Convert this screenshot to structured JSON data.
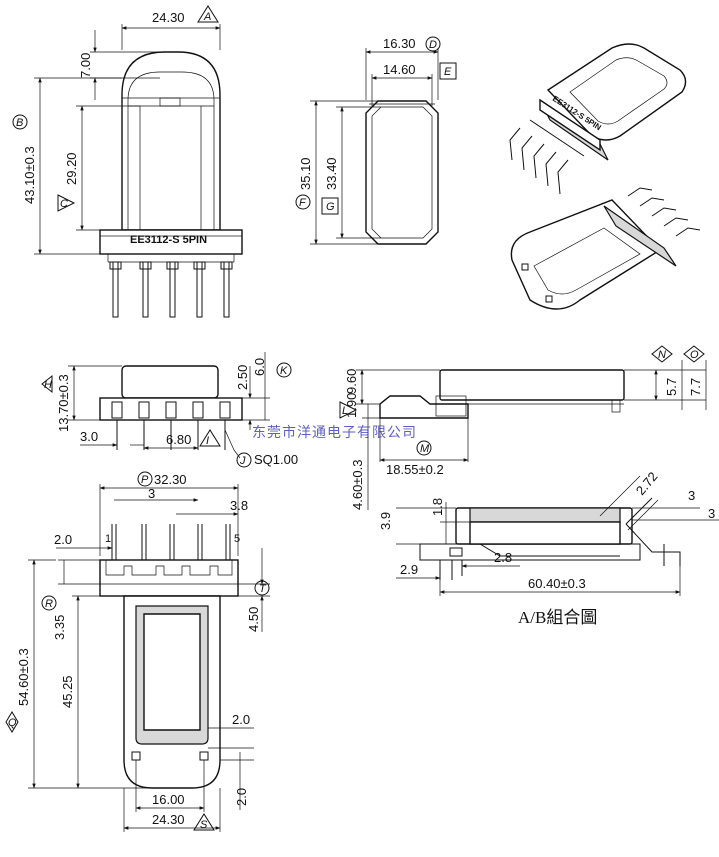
{
  "drawing": {
    "colors": {
      "line": "#111111",
      "watermark": "#2a2aa8",
      "fill_grey": "#d8d8d8"
    },
    "front_view": {
      "width": "24.30",
      "width_ref": "A",
      "top_offset": "7.00",
      "height": "43.10±0.3",
      "height_ref": "B",
      "window": "29.20",
      "window_ref": "C",
      "marking": "EE3112-S  5PIN"
    },
    "top_view": {
      "outer": "16.30",
      "outer_ref": "D",
      "inner": "14.60",
      "inner_ref": "E",
      "outer_len": "35.10",
      "outer_len_ref": "F",
      "inner_len": "33.40",
      "inner_len_ref": "G"
    },
    "iso_view": {
      "marking": "EE3112-S  5PIN"
    },
    "side_view": {
      "height": "13.70±0.3",
      "height_ref": "H",
      "flange": "2.50",
      "flange_ref": "K",
      "top": "6.0",
      "pitch_small": "3.0",
      "pitch": "6.80",
      "pitch_ref": "I",
      "pin": "SQ1.00",
      "pin_ref": "J"
    },
    "right_side": {
      "total": "9.60",
      "base": "1.90",
      "offset": "4.60±0.3",
      "offset_ref": "L",
      "len": "18.55±0.2",
      "len_ref": "M",
      "h1": "5.7",
      "h1_ref": "N",
      "h2": "7.7",
      "h2_ref": "O"
    },
    "bottom_view": {
      "width": "32.30",
      "width_ref": "P",
      "pitch": "3",
      "pitch2": "3.8",
      "edge": "2.0",
      "pin1": "1",
      "pin5": "5",
      "r1": "3.35",
      "r1_ref": "R",
      "len": "45.25",
      "total": "54.60±0.3",
      "total_ref": "Q",
      "gap": "4.50",
      "gap_ref": "T",
      "small": "2.0",
      "small2": "2.0",
      "hole": "16.00",
      "base_w": "24.30",
      "base_ref": "S"
    },
    "assembly": {
      "d1": "2.72",
      "d2": "3",
      "d3": "3",
      "d4": "3.9",
      "d5": "1.8",
      "d6": "2.9",
      "d7": "2.8",
      "length": "60.40±0.3",
      "caption": "A/B組合圖"
    },
    "watermark": "东莞市洋通电子有限公司"
  }
}
